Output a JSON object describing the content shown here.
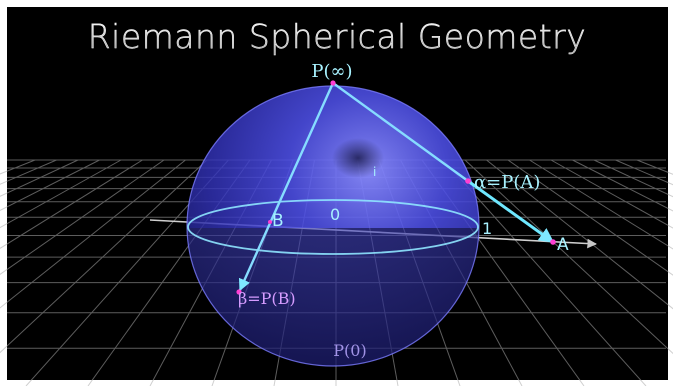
{
  "title": "Riemann Spherical Geometry",
  "labels": {
    "infinity": "P(∞)",
    "alpha": "α=P(A)",
    "beta": "β=P(B)",
    "zero_proj": "P(0)",
    "point_a": "A",
    "point_b": "B",
    "origin": "0",
    "one": "1",
    "imag": "i"
  },
  "colors": {
    "background": "#000000",
    "border": "#ffffff",
    "sphere": "#3a3ad8",
    "lines": "#7fd6ff",
    "label_cyan": "#9ff0ff",
    "point_magenta": "#ff3fd2",
    "grid": "#b8b8b8",
    "title": "#e8e8e8"
  }
}
